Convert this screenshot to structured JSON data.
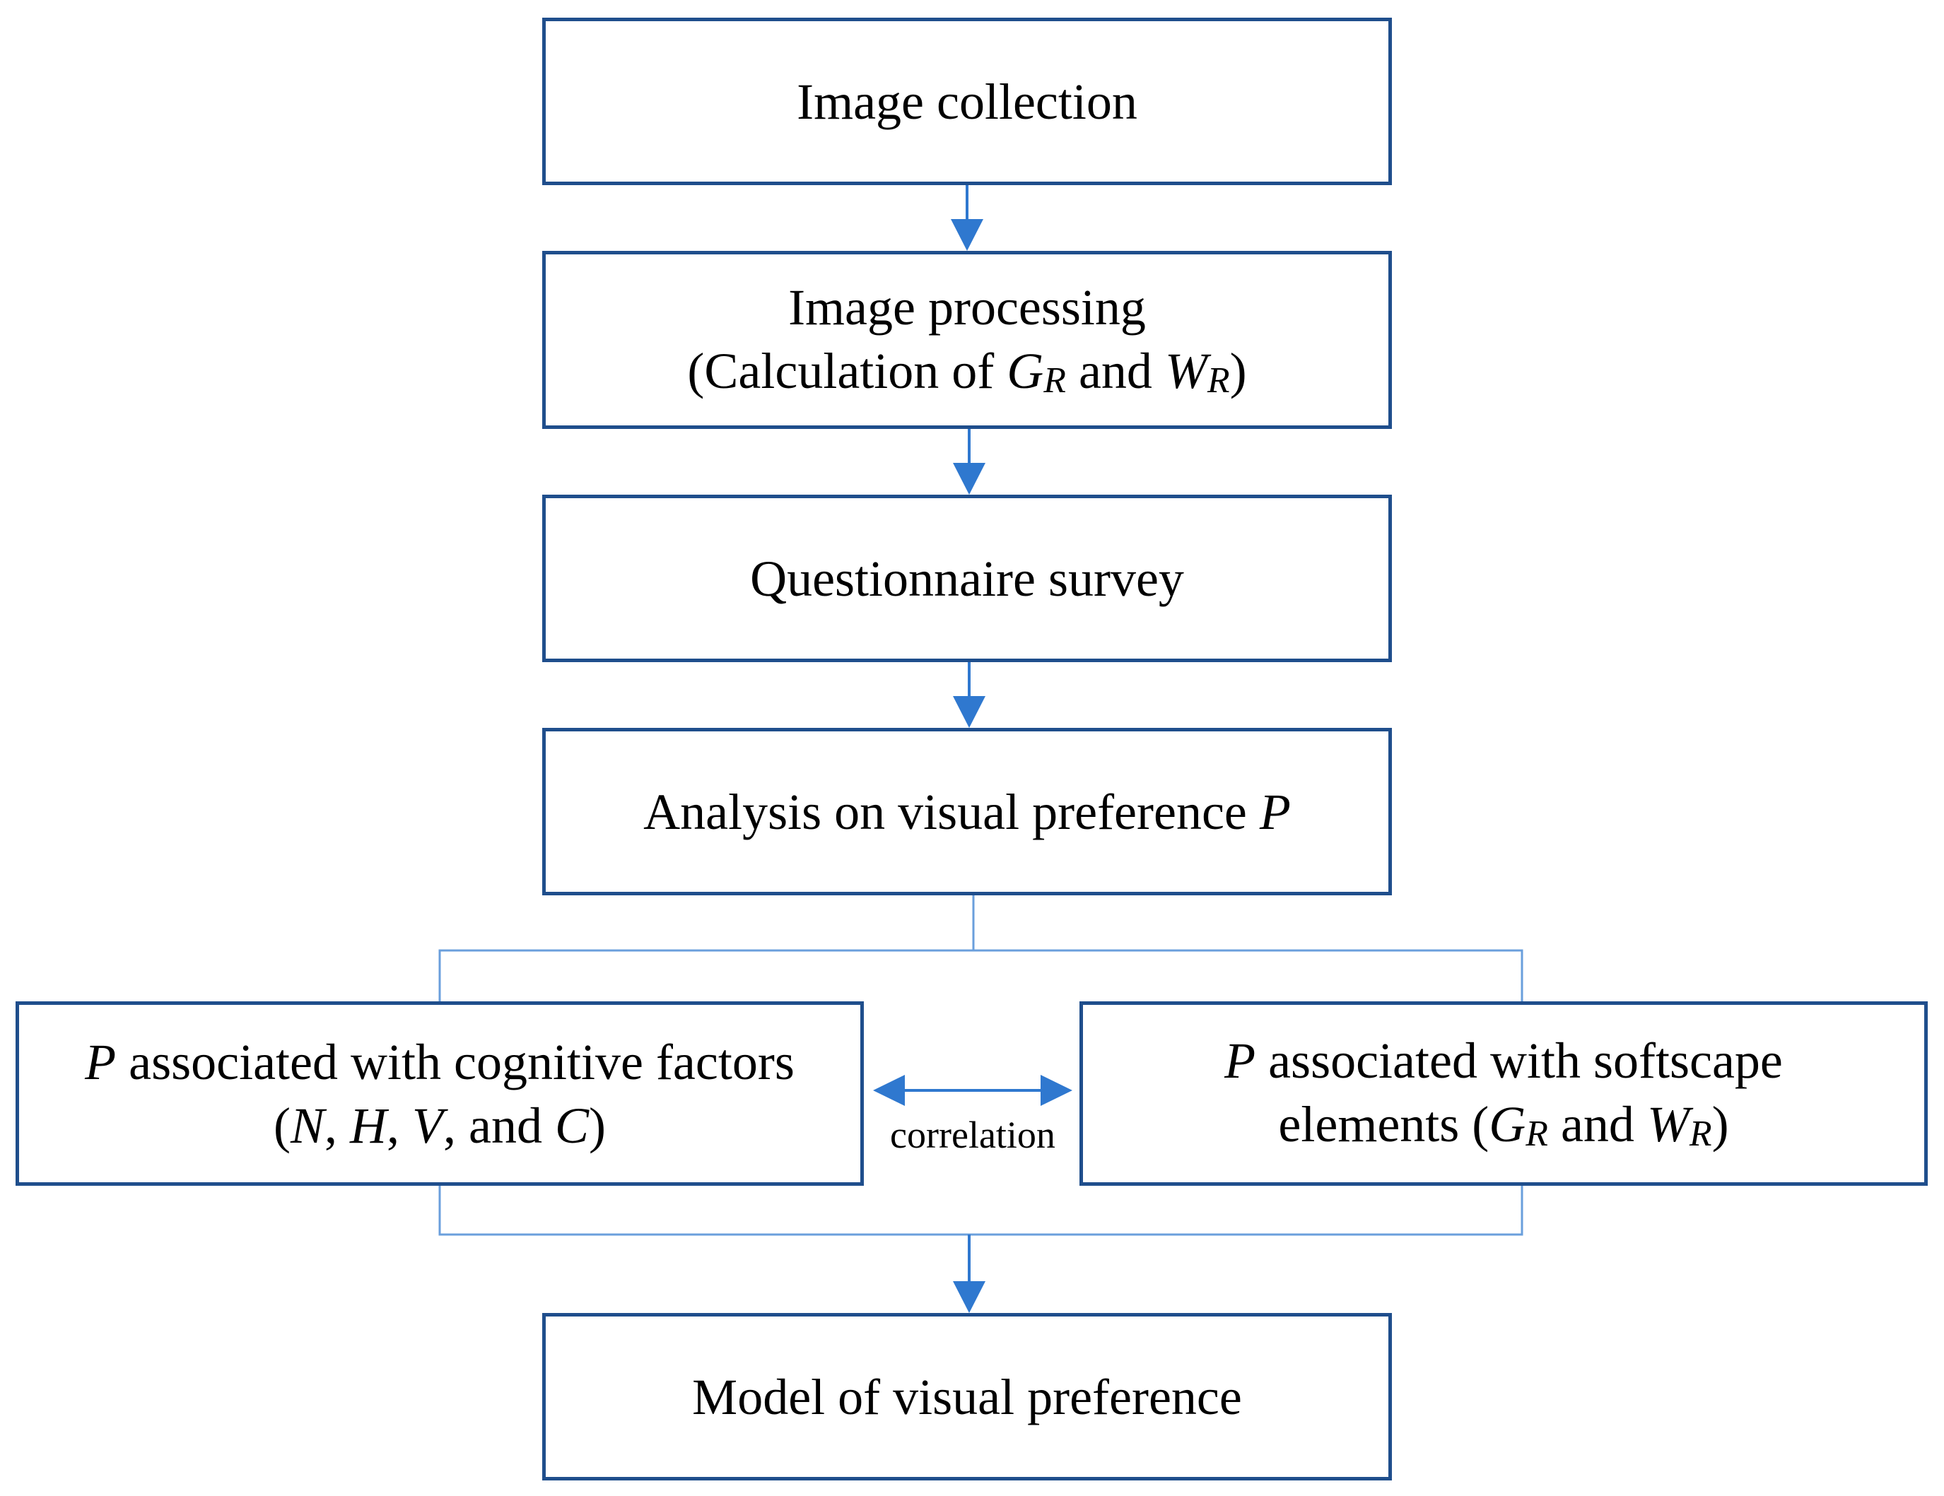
{
  "colors": {
    "box_border": "#1f4e8c",
    "arrow": "#2f78cf",
    "connector": "#6a9fdc"
  },
  "nodes": {
    "image_collection": {
      "text": "Image collection"
    },
    "image_processing": {
      "line1": "Image processing",
      "line2_open": "(Calculation of ",
      "g_symbol": "G",
      "g_sub": "R",
      "and": " and ",
      "w_symbol": "W",
      "w_sub": "R",
      "line2_close": ")"
    },
    "questionnaire": {
      "text": "Questionnaire survey"
    },
    "analysis": {
      "text": "Analysis on visual preference ",
      "symbol": "P"
    },
    "cognitive": {
      "symbol": "P",
      "line1_text": " associated with cognitive factors",
      "line2_open": "(",
      "n": "N",
      "comma1": ", ",
      "h": "H",
      "comma2": ", ",
      "v": "V",
      "and": ", and ",
      "c": "C",
      "line2_close": ")"
    },
    "softscape": {
      "symbol": "P",
      "line1_text": " associated with softscape",
      "line2_open": "elements (",
      "g_symbol": "G",
      "g_sub": "R",
      "and": " and ",
      "w_symbol": "W",
      "w_sub": "R",
      "line2_close": ")"
    },
    "model": {
      "text": "Model of visual preference"
    }
  },
  "edges": {
    "correlation_label": "correlation"
  }
}
